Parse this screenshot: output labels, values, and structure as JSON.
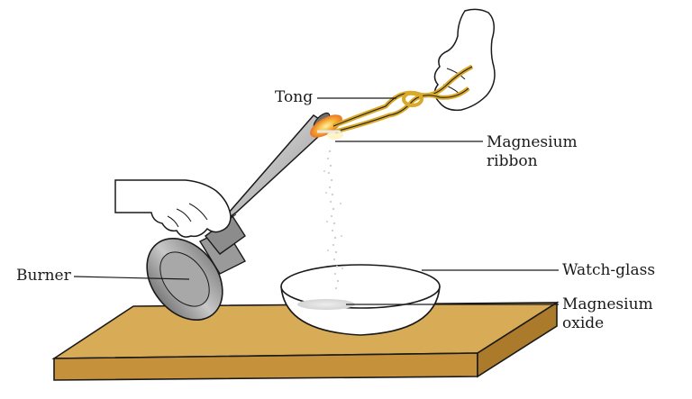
{
  "labels": {
    "tong": "Tong",
    "magnesium_ribbon": [
      "Magnesium",
      "ribbon"
    ],
    "burner": "Burner",
    "watch_glass": "Watch-glass",
    "magnesium_oxide": [
      "Magnesium",
      "oxide"
    ]
  },
  "colors": {
    "table_top": "#d8ab57",
    "table_front": "#c5923b",
    "table_side": "#ab7b2b",
    "tong_gold": "#d9a92a",
    "flame_orange": "#f08c2a",
    "burner_grey": "#b9b9b9",
    "outline": "#1a1a1a"
  }
}
